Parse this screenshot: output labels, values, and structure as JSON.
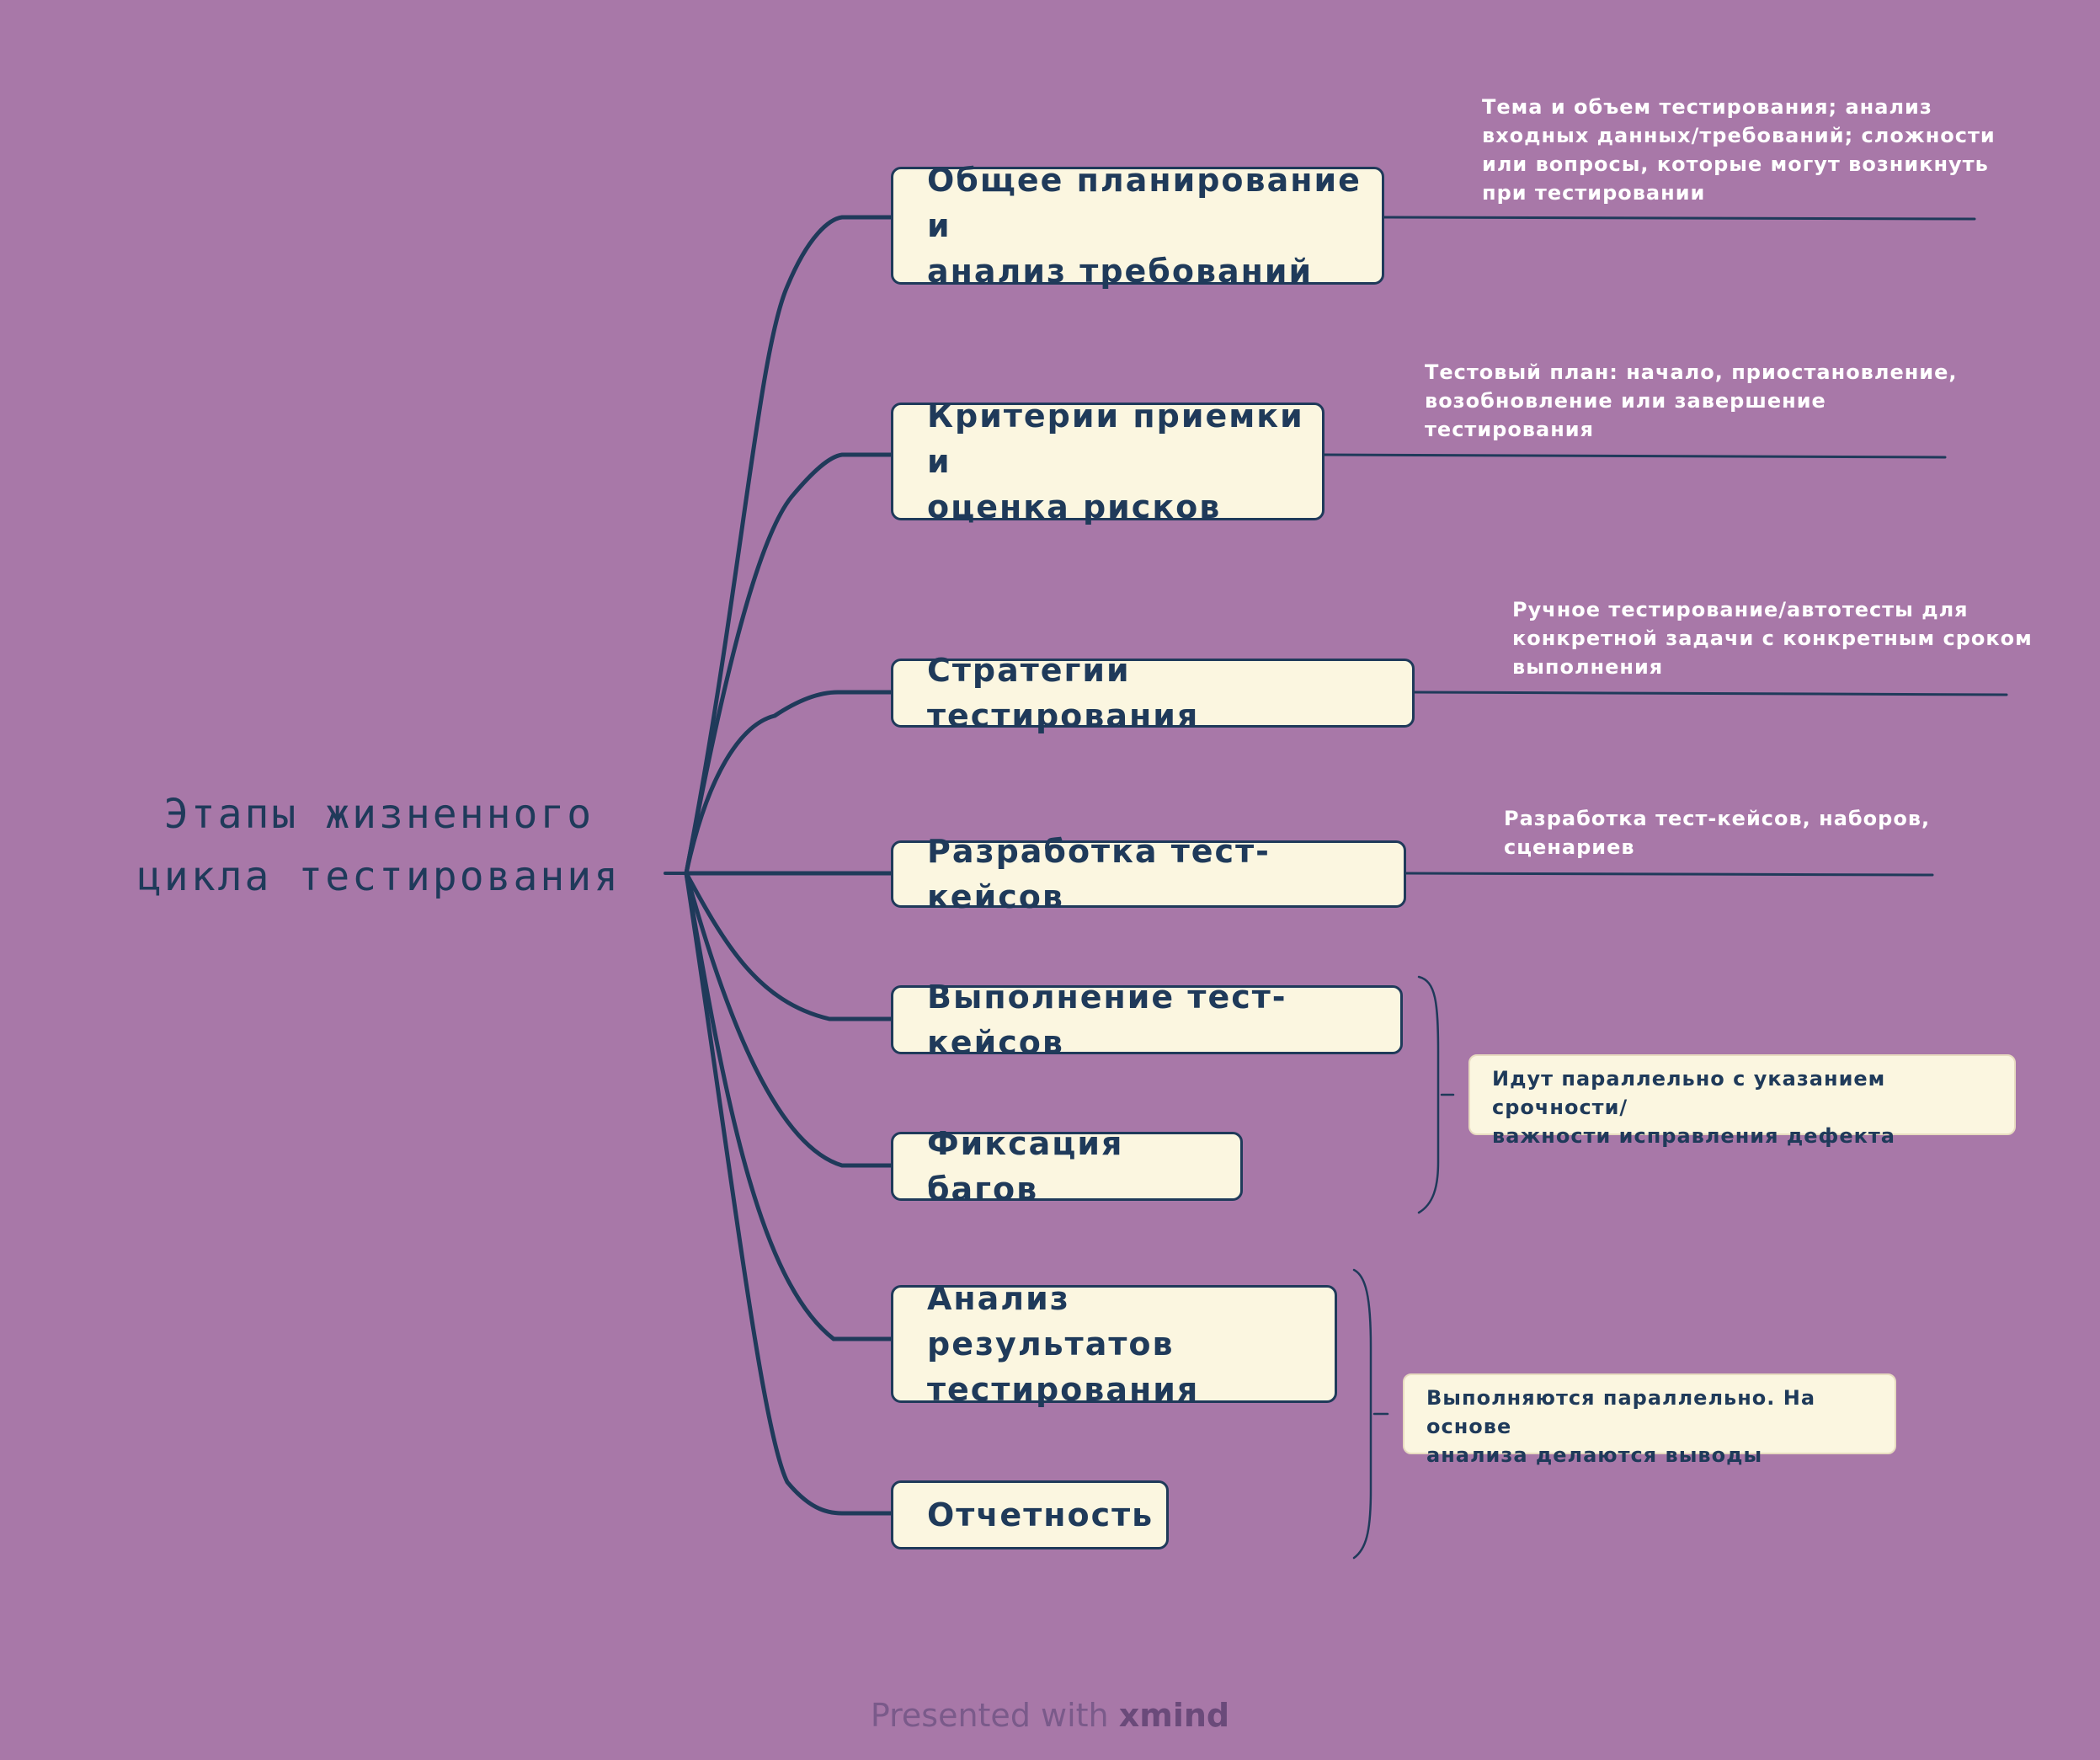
{
  "central_topic": "Этапы жизненного\nцикла\nтестирования",
  "topics": [
    {
      "label": "Общее планирование и\nанализ требований",
      "note": "Тема и объем тестирования; анализ\nвходных данных/требований; сложности\nили вопросы, которые могут возникнуть\nпри тестировании"
    },
    {
      "label": "Критерии приемки и\nоценка рисков",
      "note": "Тестовый план: начало, приостановление,\nвозобновление или завершение\nтестирования"
    },
    {
      "label": "Стратегии тестирования",
      "note": "Ручное тестирование/автотесты для\nконкретной задачи с конкретным сроком\nвыполнения"
    },
    {
      "label": "Разработка тест-кейсов",
      "note": "Разработка тест-кейсов, наборов,\nсценариев"
    },
    {
      "label": "Выполнение тест-кейсов"
    },
    {
      "label": "Фиксация багов"
    },
    {
      "label": "Анализ результатов\nтестирования"
    },
    {
      "label": "Отчетность"
    }
  ],
  "summaries": [
    {
      "text": "Идут параллельно с указанием срочности/\nважности исправления дефекта"
    },
    {
      "text": "Выполняются параллельно. На основе\nанализа делаются выводы"
    }
  ],
  "footer": {
    "prefix": "Presented with",
    "brand": "xmind"
  },
  "colors": {
    "background": "#A878A8",
    "topic_fill": "#FBF6E0",
    "line": "#1F3A5A",
    "note_text": "#FFFFFF"
  }
}
